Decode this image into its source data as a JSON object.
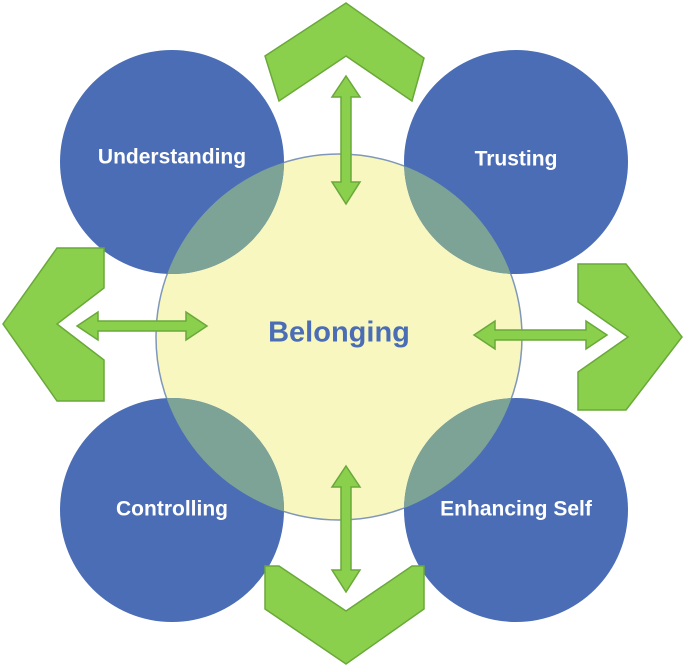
{
  "center": {
    "label": "Belonging"
  },
  "nodes": [
    {
      "id": "understanding",
      "label": "Understanding"
    },
    {
      "id": "trusting",
      "label": "Trusting"
    },
    {
      "id": "controlling",
      "label": "Controlling"
    },
    {
      "id": "enhancing-self",
      "label": "Enhancing Self"
    }
  ],
  "colors": {
    "outer_circle": "#4a6db6",
    "center_circle": "#f7f7bf",
    "overlap": "#7da397",
    "arrow": "#8ad04c",
    "arrow_stroke": "#6aa83a",
    "center_text": "#4a6db6",
    "node_text": "#ffffff"
  }
}
